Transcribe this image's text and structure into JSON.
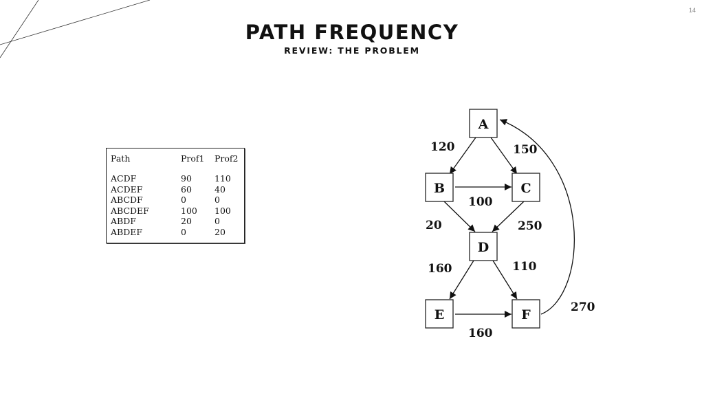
{
  "slide": {
    "page_number": "14",
    "title": "PATH FREQUENCY",
    "subtitle": "REVIEW: THE PROBLEM"
  },
  "path_table": {
    "headers": [
      "Path",
      "Prof1",
      "Prof2"
    ],
    "rows": [
      [
        "ACDF",
        "90",
        "110"
      ],
      [
        "ACDEF",
        "60",
        "40"
      ],
      [
        "ABCDF",
        "0",
        "0"
      ],
      [
        "ABCDEF",
        "100",
        "100"
      ],
      [
        "ABDF",
        "20",
        "0"
      ],
      [
        "ABDEF",
        "0",
        "20"
      ]
    ]
  },
  "graph": {
    "nodes": {
      "A": "A",
      "B": "B",
      "C": "C",
      "D": "D",
      "E": "E",
      "F": "F"
    },
    "edges": {
      "AB": "120",
      "AC": "150",
      "BC": "100",
      "BD": "20",
      "CD": "250",
      "DE": "160",
      "DF": "110",
      "EF": "160",
      "FA": "270"
    }
  },
  "colors": {
    "background": "#ffffff",
    "ink": "#111111"
  }
}
